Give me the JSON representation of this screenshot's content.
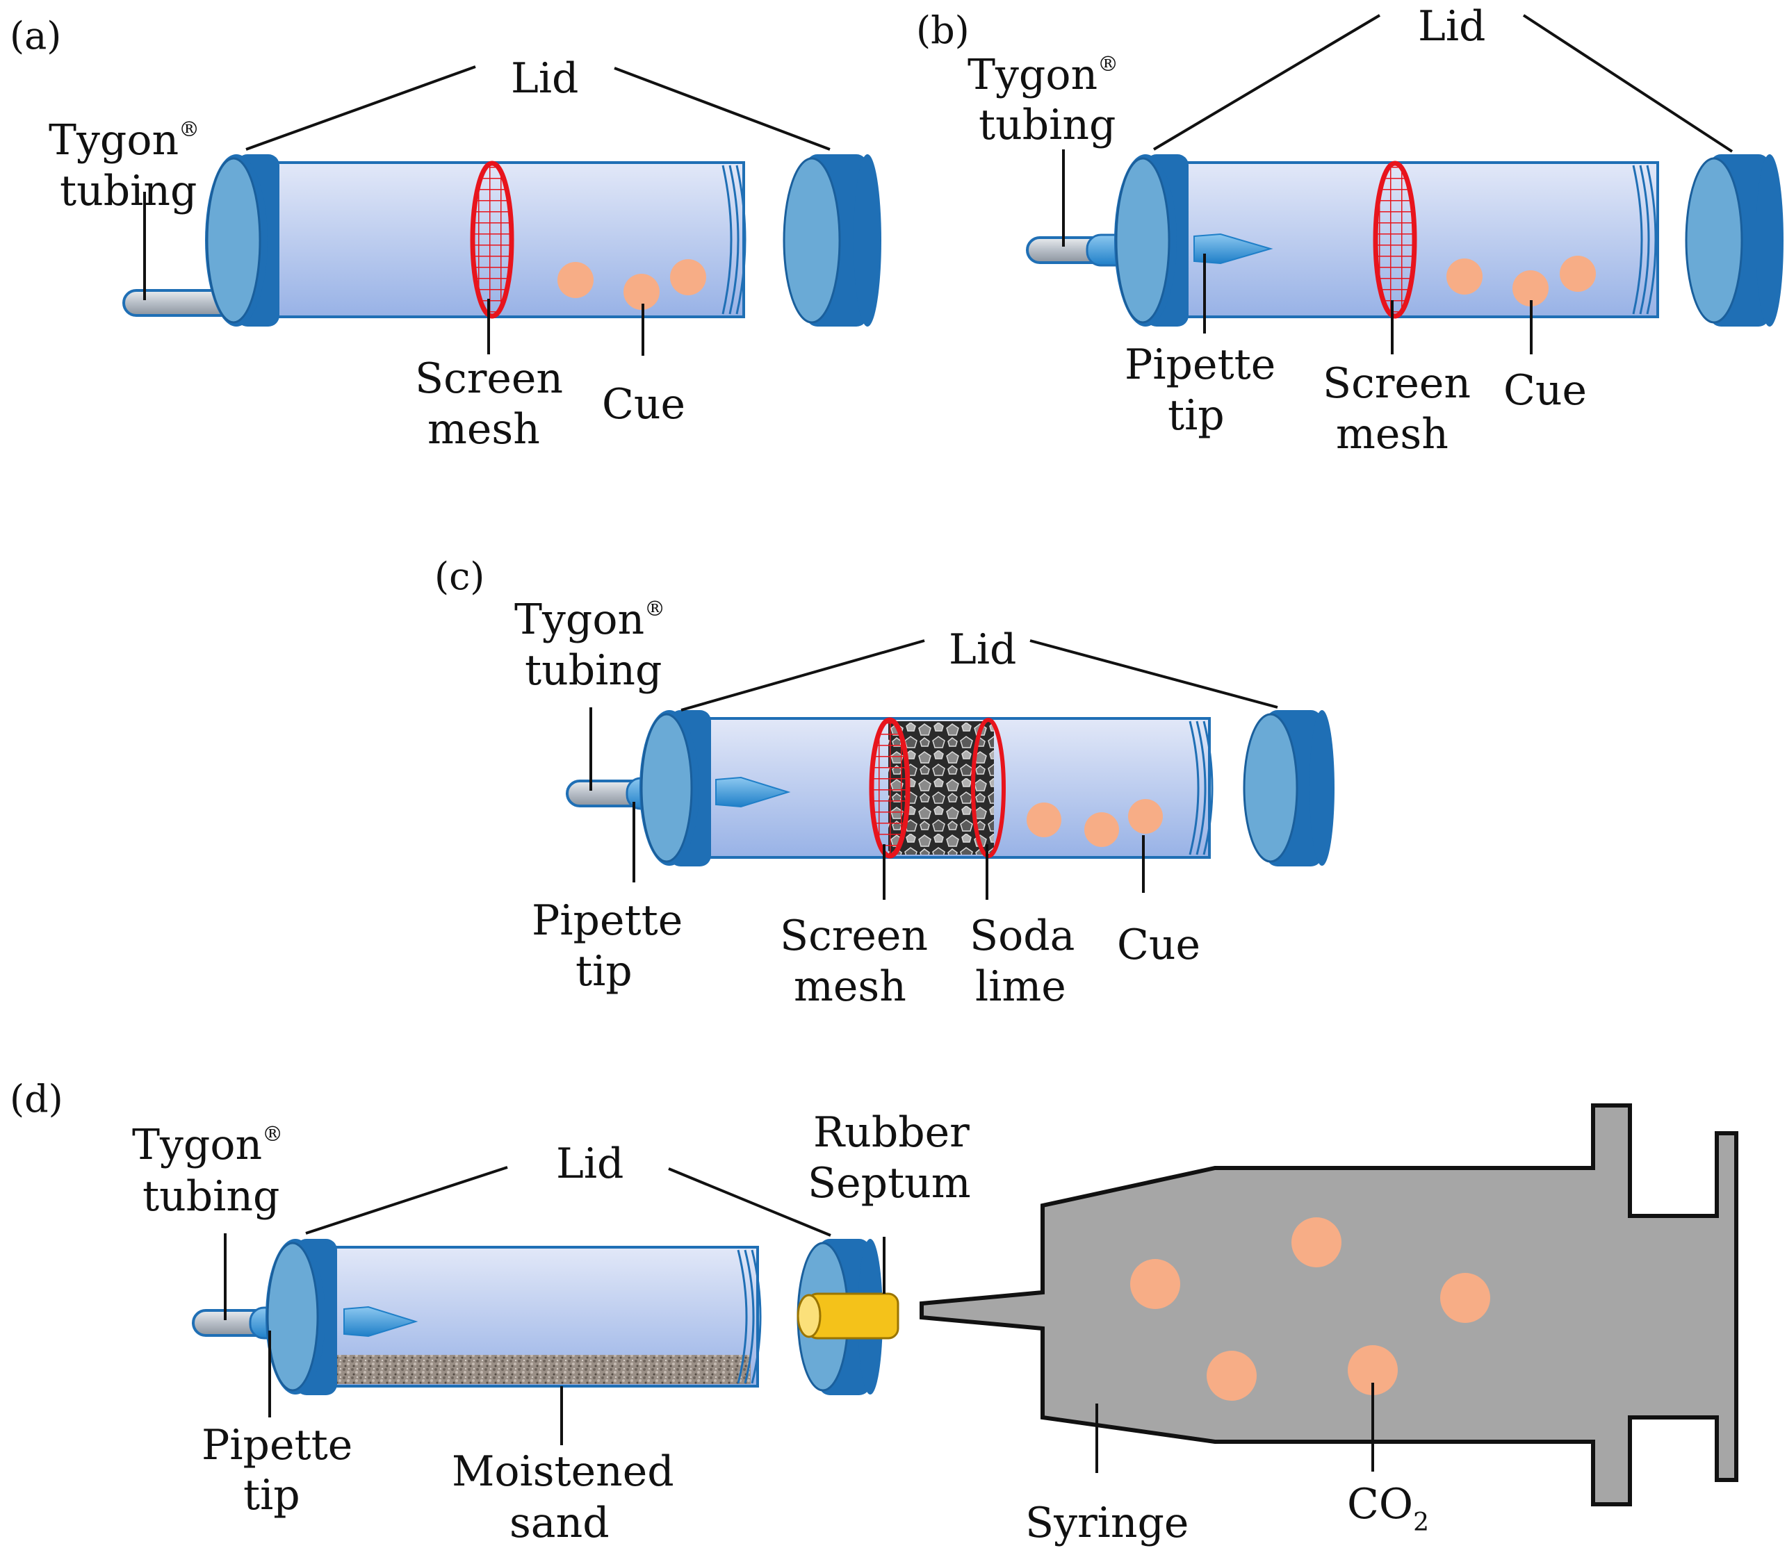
{
  "panels": {
    "a": {
      "panel_label": "(a)",
      "lid": "Lid",
      "tubing_line1": "Tygon",
      "tubing_reg": "®",
      "tubing_line2": "tubing",
      "mesh_line1": "Screen",
      "mesh_line2": "mesh",
      "cue": "Cue"
    },
    "b": {
      "panel_label": "(b)",
      "lid": "Lid",
      "tubing_line1": "Tygon",
      "tubing_reg": "®",
      "tubing_line2": "tubing",
      "pipette_line1": "Pipette",
      "pipette_line2": "tip",
      "mesh_line1": "Screen",
      "mesh_line2": "mesh",
      "cue": "Cue"
    },
    "c": {
      "panel_label": "(c)",
      "lid": "Lid",
      "tubing_line1": "Tygon",
      "tubing_reg": "®",
      "tubing_line2": "tubing",
      "pipette_line1": "Pipette",
      "pipette_line2": "tip",
      "mesh_line1": "Screen",
      "mesh_line2": "mesh",
      "soda_line1": "Soda",
      "soda_line2": "lime",
      "cue": "Cue"
    },
    "d": {
      "panel_label": "(d)",
      "lid": "Lid",
      "tubing_line1": "Tygon",
      "tubing_reg": "®",
      "tubing_line2": "tubing",
      "pipette_line1": "Pipette",
      "pipette_line2": "tip",
      "sand_line1": "Moistened",
      "sand_line2": "sand",
      "septum_line1": "Rubber",
      "septum_line2": "Septum",
      "syringe": "Syringe",
      "co2_main": "CO",
      "co2_sub": "2"
    }
  },
  "colors": {
    "lid_dark": "#1f6fb5",
    "lid_face": "#6aaad6",
    "tube_top": "#dfe6f8",
    "tube_bottom": "#9db6e8",
    "mesh_red": "#e8141c",
    "cue_orange": "#f7ad86",
    "syringe_gray": "#a6a6a6",
    "septum_yellow": "#f4c21a",
    "tubing_gray": "#b9c1cb",
    "pipette_blue": "#2f8fd6"
  }
}
